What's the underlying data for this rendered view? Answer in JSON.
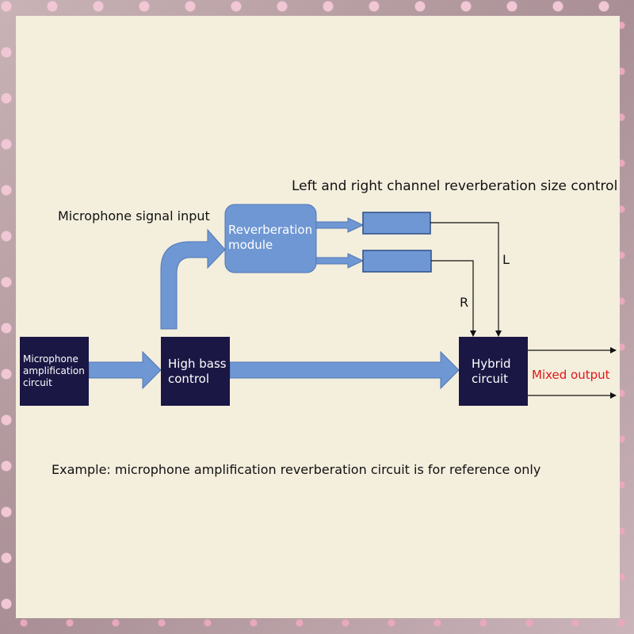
{
  "diagram": {
    "top_label": "Left and right channel reverberation size control",
    "input_label": "Microphone signal input",
    "blocks": {
      "mic_amp": [
        "Microphone",
        "amplification",
        "circuit"
      ],
      "high_bass": [
        "High bass",
        "control"
      ],
      "reverb": [
        "Reverberation",
        "module"
      ],
      "hybrid": [
        "Hybrid",
        "circuit"
      ]
    },
    "channel_left": "L",
    "channel_right": "R",
    "output_label": "Mixed output",
    "footnote": "Example: microphone amplification reverberation circuit is for reference only"
  },
  "colors": {
    "dark_block": "#1a1744",
    "blue_fill": "#6f97d3",
    "blue_stroke": "#4f77b5",
    "output_red": "#e01515",
    "line": "#111111"
  }
}
